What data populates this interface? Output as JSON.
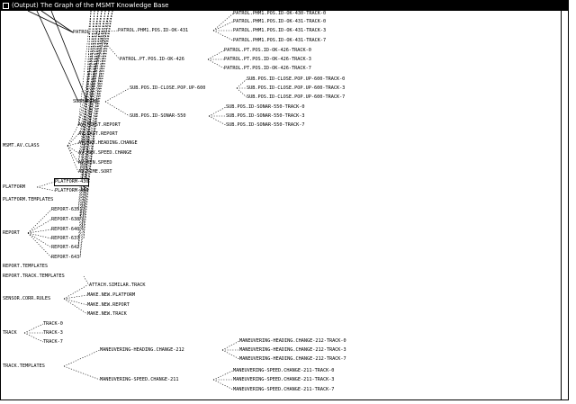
{
  "window": {
    "title": "(Output) The Graph of the MSMT Knowledge Base"
  },
  "tree": {
    "root_labels": [
      "MSMT.AV.CLASS",
      "PLATFORM",
      "PLATFORM.TEMPLATES",
      "REPORT",
      "REPORT.TEMPLATES",
      "REPORT.TRACK.TEMPLATES",
      "SENSOR.CORR.RULES",
      "TRACK",
      "TRACK.TEMPLATES"
    ],
    "patrol": {
      "patrol": "PATROL",
      "pt_phm1": "PATROL.PHM1.POS.ID-OK-431",
      "phm1_tracks": [
        "PATROL.PHM1.POS.ID-OK-430-TRACK-0",
        "PATROL.PHM1.POS.ID-OK-431-TRACK-0",
        "PATROL.PHM1.POS.ID-OK-431-TRACK-3",
        "PATROL.PHM1.POS.ID-OK-431-TRACK-7"
      ],
      "pt_pt": "PATROL.PT.POS.ID-OK-426",
      "pt_tracks": [
        "PATROL.PT.POS.ID-OK-426-TRACK-0",
        "PATROL.PT.POS.ID-OK-426-TRACK-3",
        "PATROL.PT.POS.ID-OK-426-TRACK-7"
      ]
    },
    "submarine": {
      "label": "SUBMARINE",
      "close": "SUB.POS.ID-CLOSE.POP.UP-600",
      "close_tracks": [
        "SUB.POS.ID-CLOSE.POP.UP-600-TRACK-0",
        "SUB.POS.ID-CLOSE.POP.UP-600-TRACK-3",
        "SUB.POS.ID-CLOSE.POP.UP-600-TRACK-7"
      ],
      "sonar": "SUB.POS.ID-SONAR-550",
      "sonar_tracks": [
        "SUB.POS.ID-SONAR-550-TRACK-0",
        "SUB.POS.ID-SONAR-550-TRACK-3",
        "SUB.POS.ID-SONAR-550-TRACK-7"
      ]
    },
    "av_class": [
      "AV.FIRST.REPORT",
      "AV.LAST.REPORT",
      "AV.MAX.HEADING.CHANGE",
      "AV.MAX.SPEED.CHANGE",
      "AV.MIN.SPEED",
      "AV.TIME.SORT"
    ],
    "platforms": [
      "PLATFORM-430",
      "PLATFORM-444"
    ],
    "reports": [
      "REPORT-635",
      "REPORT-638",
      "REPORT-640",
      "REPORT-637",
      "REPORT-642",
      "REPORT-643"
    ],
    "rules": [
      "ATTACH.SIMILAR.TRACK",
      "MAKE.NEW.PLATFORM",
      "MAKE.NEW.REPORT",
      "MAKE.NEW.TRACK"
    ],
    "tracks": [
      "TRACK-0",
      "TRACK-3",
      "TRACK-7"
    ],
    "maneuver": {
      "heading": "MANEUVERING-HEADING.CHANGE-212",
      "heading_tracks": [
        "MANEUVERING-HEADING.CHANGE-212-TRACK-0",
        "MANEUVERING-HEADING.CHANGE-212-TRACK-3",
        "MANEUVERING-HEADING.CHANGE-212-TRACK-7"
      ],
      "speed": "MANEUVERING-SPEED.CHANGE-211",
      "speed_tracks": [
        "MANEUVERING-SPEED.CHANGE-211-TRACK-0",
        "MANEUVERING-SPEED.CHANGE-211-TRACK-3",
        "MANEUVERING-SPEED.CHANGE-211-TRACK-7"
      ]
    }
  }
}
